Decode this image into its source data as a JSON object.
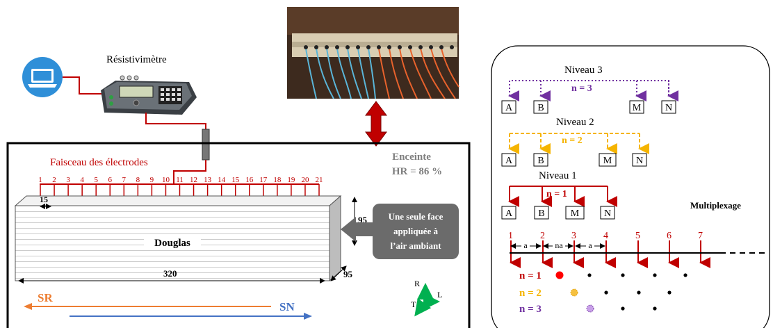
{
  "colors": {
    "red": "#c00000",
    "purple": "#7030a0",
    "orange": "#f5b400",
    "sr": "#ed7d31",
    "sn": "#4472c4",
    "green": "#00b050",
    "callout": "#6b6b6b"
  },
  "icons": {
    "laptop": "laptop-icon",
    "meter": "resistivity-meter-device",
    "photo": "electrode-bundle-photo"
  },
  "left": {
    "meter_title": "Résistivimètre",
    "bundle_title": "Faisceau des électrodes",
    "enclosure_title": "Enceinte",
    "humidity": "HR = 86 %",
    "electrode_numbers": [
      "1",
      "2",
      "3",
      "4",
      "5",
      "6",
      "7",
      "8",
      "9",
      "10",
      "11",
      "12",
      "13",
      "14",
      "15",
      "16",
      "17",
      "18",
      "19",
      "20",
      "21"
    ],
    "spacing_label": "15",
    "height_label": "95",
    "width_label": "95",
    "length_label": "320",
    "wood_label": "Douglas",
    "callout_lines": [
      "Une seule face",
      "appliquée à",
      "l’air ambiant"
    ],
    "sr_label": "SR",
    "sn_label": "SN",
    "axes": {
      "r": "R",
      "l": "L",
      "t": "T"
    }
  },
  "right": {
    "level3_title": "Niveau 3",
    "level2_title": "Niveau 2",
    "level1_title": "Niveau 1",
    "n3": "n = 3",
    "n2": "n = 2",
    "n1": "n = 1",
    "boxes": {
      "a": "A",
      "b": "B",
      "m": "M",
      "n": "N"
    },
    "multiplexing_title": "Multiplexage",
    "positions": [
      "1",
      "2",
      "3",
      "4",
      "5",
      "6",
      "7"
    ],
    "spacing_a": "a",
    "spacing_na": "na",
    "row_labels": [
      "n = 1",
      "n = 2",
      "n = 3"
    ]
  }
}
